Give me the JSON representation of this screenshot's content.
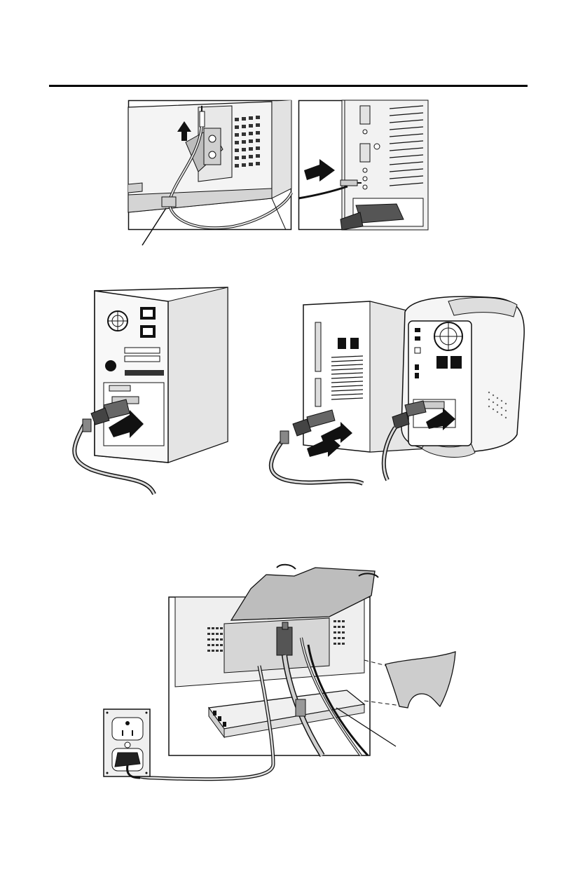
{
  "page": {
    "header_rule": "horizontal rule"
  },
  "figures": [
    {
      "id": "audio-cable-to-monitor",
      "icon": "audio-jack-insert-icon"
    },
    {
      "id": "audio-cable-to-computer",
      "icon": "audio-jack-insert-icon"
    },
    {
      "id": "signal-cable-to-pc-tower",
      "icon": "vga-connector-icon"
    },
    {
      "id": "signal-cable-to-mac",
      "icon": "vga-connector-icon"
    },
    {
      "id": "power-and-cable-management",
      "icon": "power-outlet-icon"
    }
  ],
  "colors": {
    "line": "#111111",
    "shade": "#cfcfcf",
    "light": "#ececec",
    "dark": "#555555"
  }
}
